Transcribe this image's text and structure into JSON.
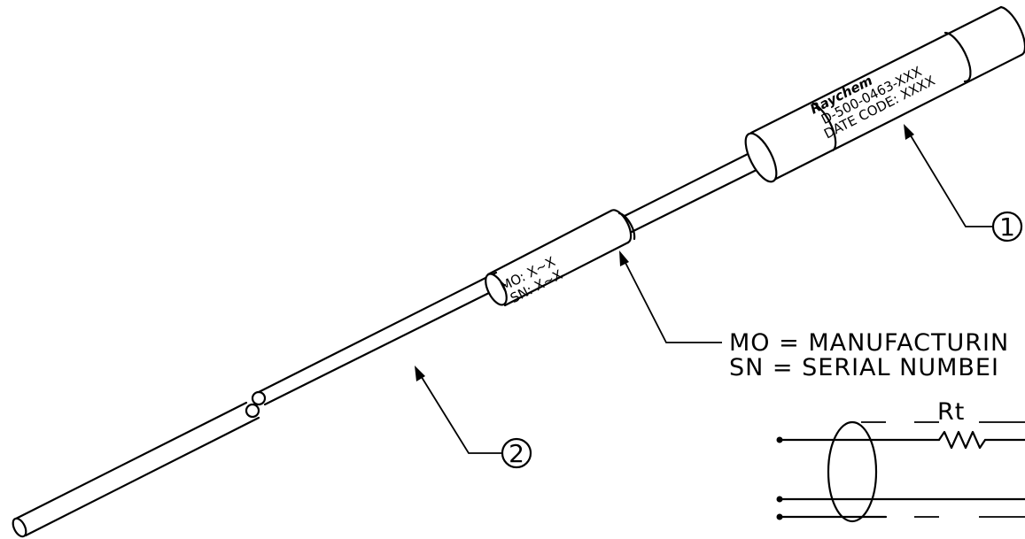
{
  "sensor_label": {
    "brand": "Raychem",
    "part_number": "D-500-0463-XXX",
    "date_code": "DATE CODE: XXXX"
  },
  "cable_marker": {
    "mo": "MO: X~X",
    "sn": "SN: X~X"
  },
  "balloons": {
    "item1": "1",
    "item2": "2"
  },
  "notes": {
    "mo_line": "MO  =  MANUFACTURIN",
    "sn_line": "SN  =  SERIAL  NUMBEI"
  },
  "schematic": {
    "resistor_label": "Rt"
  }
}
